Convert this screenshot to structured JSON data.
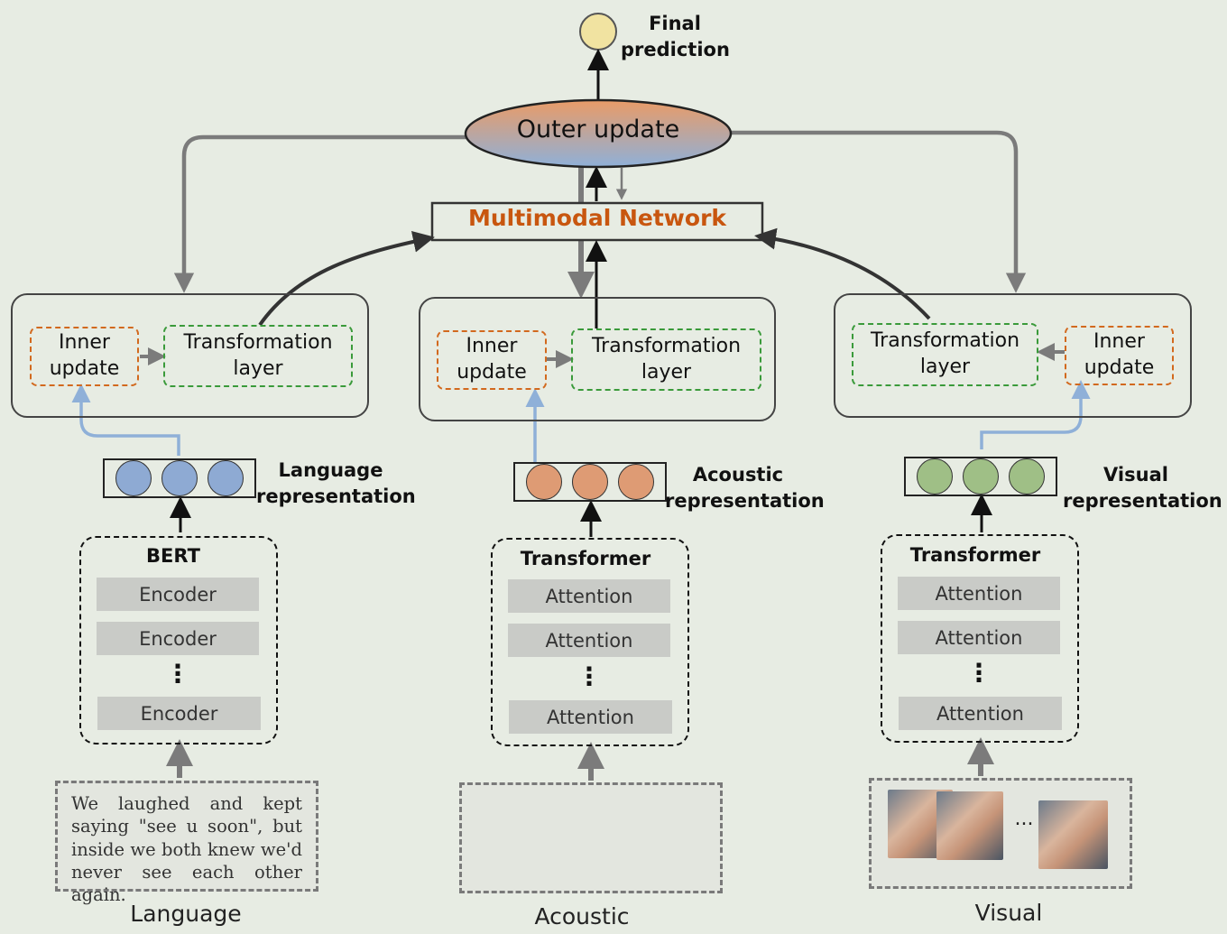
{
  "top": {
    "final_prediction": "Final\nprediction",
    "outer_update": "Outer update",
    "multimodal_network": "Multimodal Network"
  },
  "colors": {
    "final_circle": "#f1e3a1",
    "outer_top": "#e99b67",
    "outer_bottom": "#8fb0d8",
    "multimodal_text": "#c8560f",
    "language_dot": "#8eaad3",
    "acoustic_dot": "#de9b74",
    "visual_dot": "#9fbf86",
    "wave": "#7d9fcf"
  },
  "branches": {
    "language": {
      "inner_update": "Inner\nupdate",
      "transformation": "Transformation\nlayer",
      "representation": "Language\nrepresentation",
      "encoder_title": "BERT",
      "layers": [
        "Encoder",
        "Encoder",
        "Encoder"
      ],
      "ellipsis": "⋮",
      "input_text": "We laughed and kept saying \"see u soon\", but inside we both knew we'd never see each other again.",
      "label": "Language"
    },
    "acoustic": {
      "inner_update": "Inner\nupdate",
      "transformation": "Transformation\nlayer",
      "representation": "Acoustic\nrepresentation",
      "encoder_title": "Transformer",
      "layers": [
        "Attention",
        "Attention",
        "Attention"
      ],
      "ellipsis": "⋮",
      "label": "Acoustic"
    },
    "visual": {
      "inner_update": "Inner\nupdate",
      "transformation": "Transformation\nlayer",
      "representation": "Visual\nrepresentation",
      "encoder_title": "Transformer",
      "layers": [
        "Attention",
        "Attention",
        "Attention"
      ],
      "ellipsis": "⋮",
      "frames_ellipsis": "...",
      "label": "Visual"
    }
  }
}
